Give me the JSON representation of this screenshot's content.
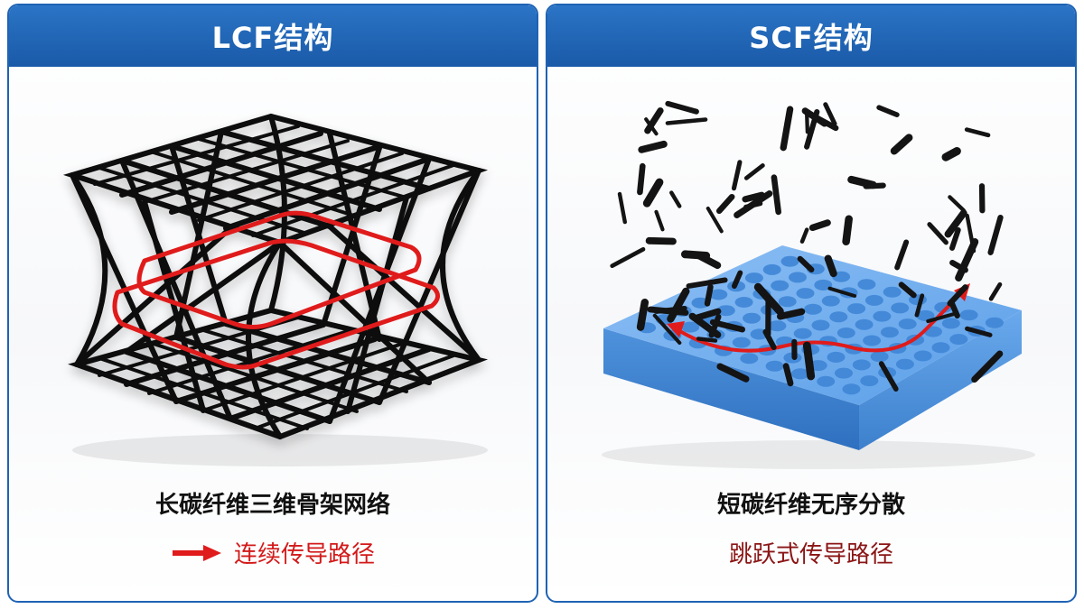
{
  "left_panel": {
    "title": "LCF结构",
    "caption": "长碳纤维三维骨架网络",
    "path_label": "连续传导路径",
    "arrow_color": "#e01b1b"
  },
  "right_panel": {
    "title": "SCF结构",
    "caption": "短碳纤维无序分散",
    "path_label": "跳跃式传导路径",
    "path_color": "#8b1515"
  },
  "colors": {
    "header_blue": "#1f63b4",
    "fiber_black": "#111111",
    "matrix_blue": "#5a9ee8",
    "path_red": "#e01b1b"
  }
}
